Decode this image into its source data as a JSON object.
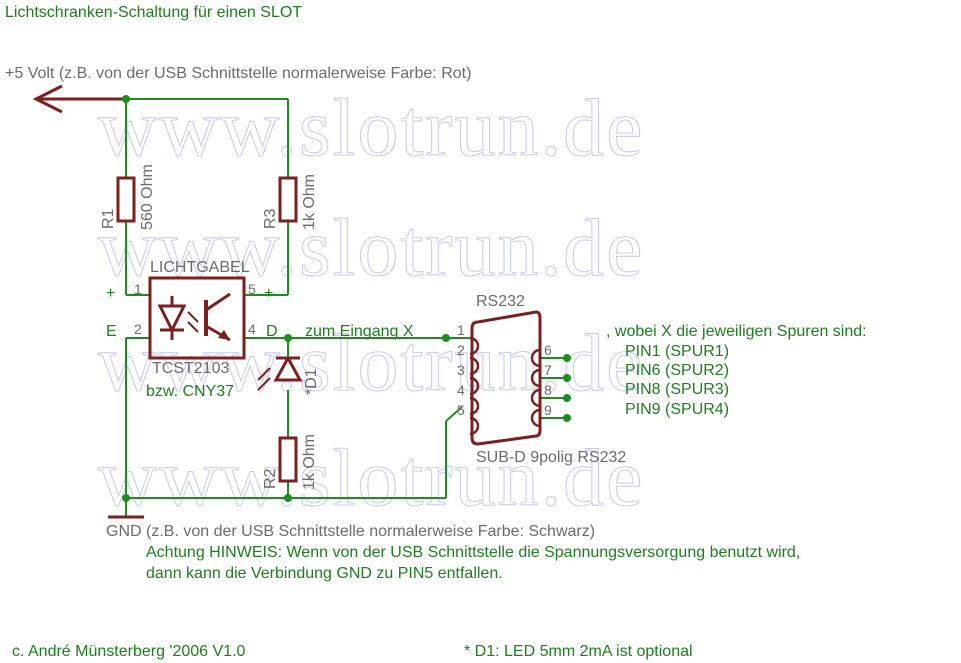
{
  "title": "Lichtschranken-Schaltung für einen SLOT",
  "watermark": "www.slotrun.de",
  "supply_label": "+5 Volt (z.B. von der USB Schnittstelle normalerweise Farbe: Rot)",
  "gnd_label": "GND (z.B. von der USB Schnittstelle normalerweise Farbe: Schwarz)",
  "hinweis_line1": "Achtung HINWEIS: Wenn von der USB Schnittstelle  die Spannungsversorgung benutzt wird,",
  "hinweis_line2": "dann kann die Verbindung GND zu PIN5 entfallen.",
  "copyright": "c. André Münsterberg '2006 V1.0",
  "footnote": "* D1: LED 5mm 2mA ist optional",
  "r1": {
    "name": "R1",
    "value": "560 Ohm"
  },
  "r2": {
    "name": "R2",
    "value": "1k Ohm"
  },
  "r3": {
    "name": "R3",
    "value": "1k Ohm"
  },
  "optocoupler": {
    "title": "LICHTGABEL",
    "part": "TCST2103",
    "alt": "bzw. CNY37",
    "pins": {
      "p1": "1",
      "p2": "2",
      "p4": "4",
      "p5": "5"
    },
    "labels": {
      "plus_left": "+",
      "plus_right": "+",
      "e": "E",
      "d": "D"
    }
  },
  "d1_label": "*D1",
  "input_label": "zum Eingang X",
  "connector": {
    "title": "RS232",
    "caption": "SUB-D 9polig RS232",
    "pins_left": [
      "1",
      "2",
      "3",
      "4",
      "5"
    ],
    "pins_right": [
      "6",
      "7",
      "8",
      "9"
    ]
  },
  "tracks": {
    "intro": ", wobei X die jeweiligen Spuren sind:",
    "items": [
      "PIN1 (SPUR1)",
      "PIN6 (SPUR2)",
      "PIN8 (SPUR3)",
      "PIN9 (SPUR4)"
    ]
  }
}
